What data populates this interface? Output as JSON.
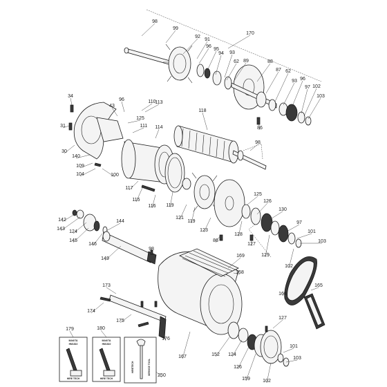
{
  "labels": [
    "98",
    "99",
    "170",
    "92",
    "91",
    "96",
    "95",
    "94",
    "93",
    "62",
    "89",
    "88",
    "87",
    "62",
    "93",
    "96",
    "97",
    "102",
    "103",
    "34",
    "96",
    "43",
    "110",
    "113",
    "31",
    "125",
    "111",
    "114",
    "118",
    "86",
    "98",
    "30",
    "140",
    "109",
    "104",
    "100",
    "117",
    "115",
    "116",
    "119",
    "121",
    "119",
    "123",
    "86",
    "128",
    "127",
    "125",
    "126",
    "130",
    "97",
    "101",
    "103",
    "129",
    "102",
    "142",
    "143",
    "124",
    "145",
    "146",
    "144",
    "149",
    "98",
    "169",
    "168",
    "173",
    "174",
    "175",
    "176",
    "167",
    "164",
    "165",
    "127",
    "152",
    "124",
    "126",
    "159",
    "102",
    "101",
    "103",
    "179",
    "180",
    "250"
  ],
  "docs": {
    "d179": [
      "MAKITA",
      "HM1810",
      "HIRE TECH"
    ],
    "d180": [
      "MAKITA",
      "HM1810",
      "HIRE TECH"
    ]
  },
  "service_tool": [
    "HIRETECH",
    "SERVICE TOOL"
  ]
}
